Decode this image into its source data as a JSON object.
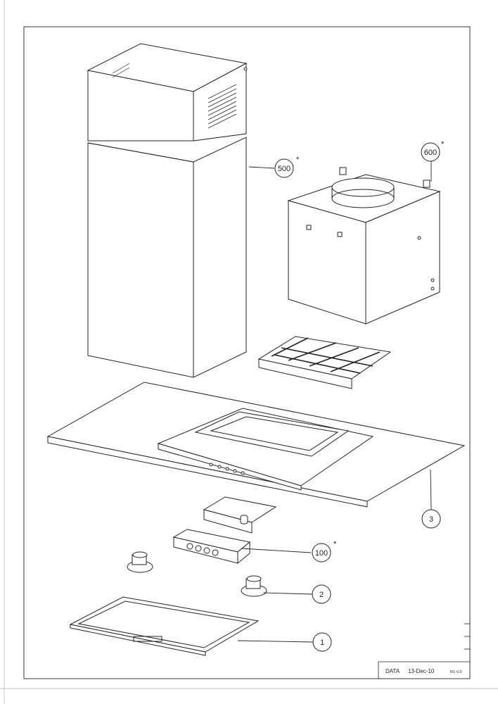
{
  "callouts": [
    {
      "label": "500",
      "star": "*"
    },
    {
      "label": "600",
      "star": "*"
    },
    {
      "label": "3",
      "star": ""
    },
    {
      "label": "100",
      "star": "*"
    },
    {
      "label": "2",
      "star": ""
    },
    {
      "label": "1",
      "star": ""
    }
  ],
  "title_block": {
    "data_label": "DATA",
    "date": "13-Dec-10",
    "revision": "R1-V.0"
  }
}
